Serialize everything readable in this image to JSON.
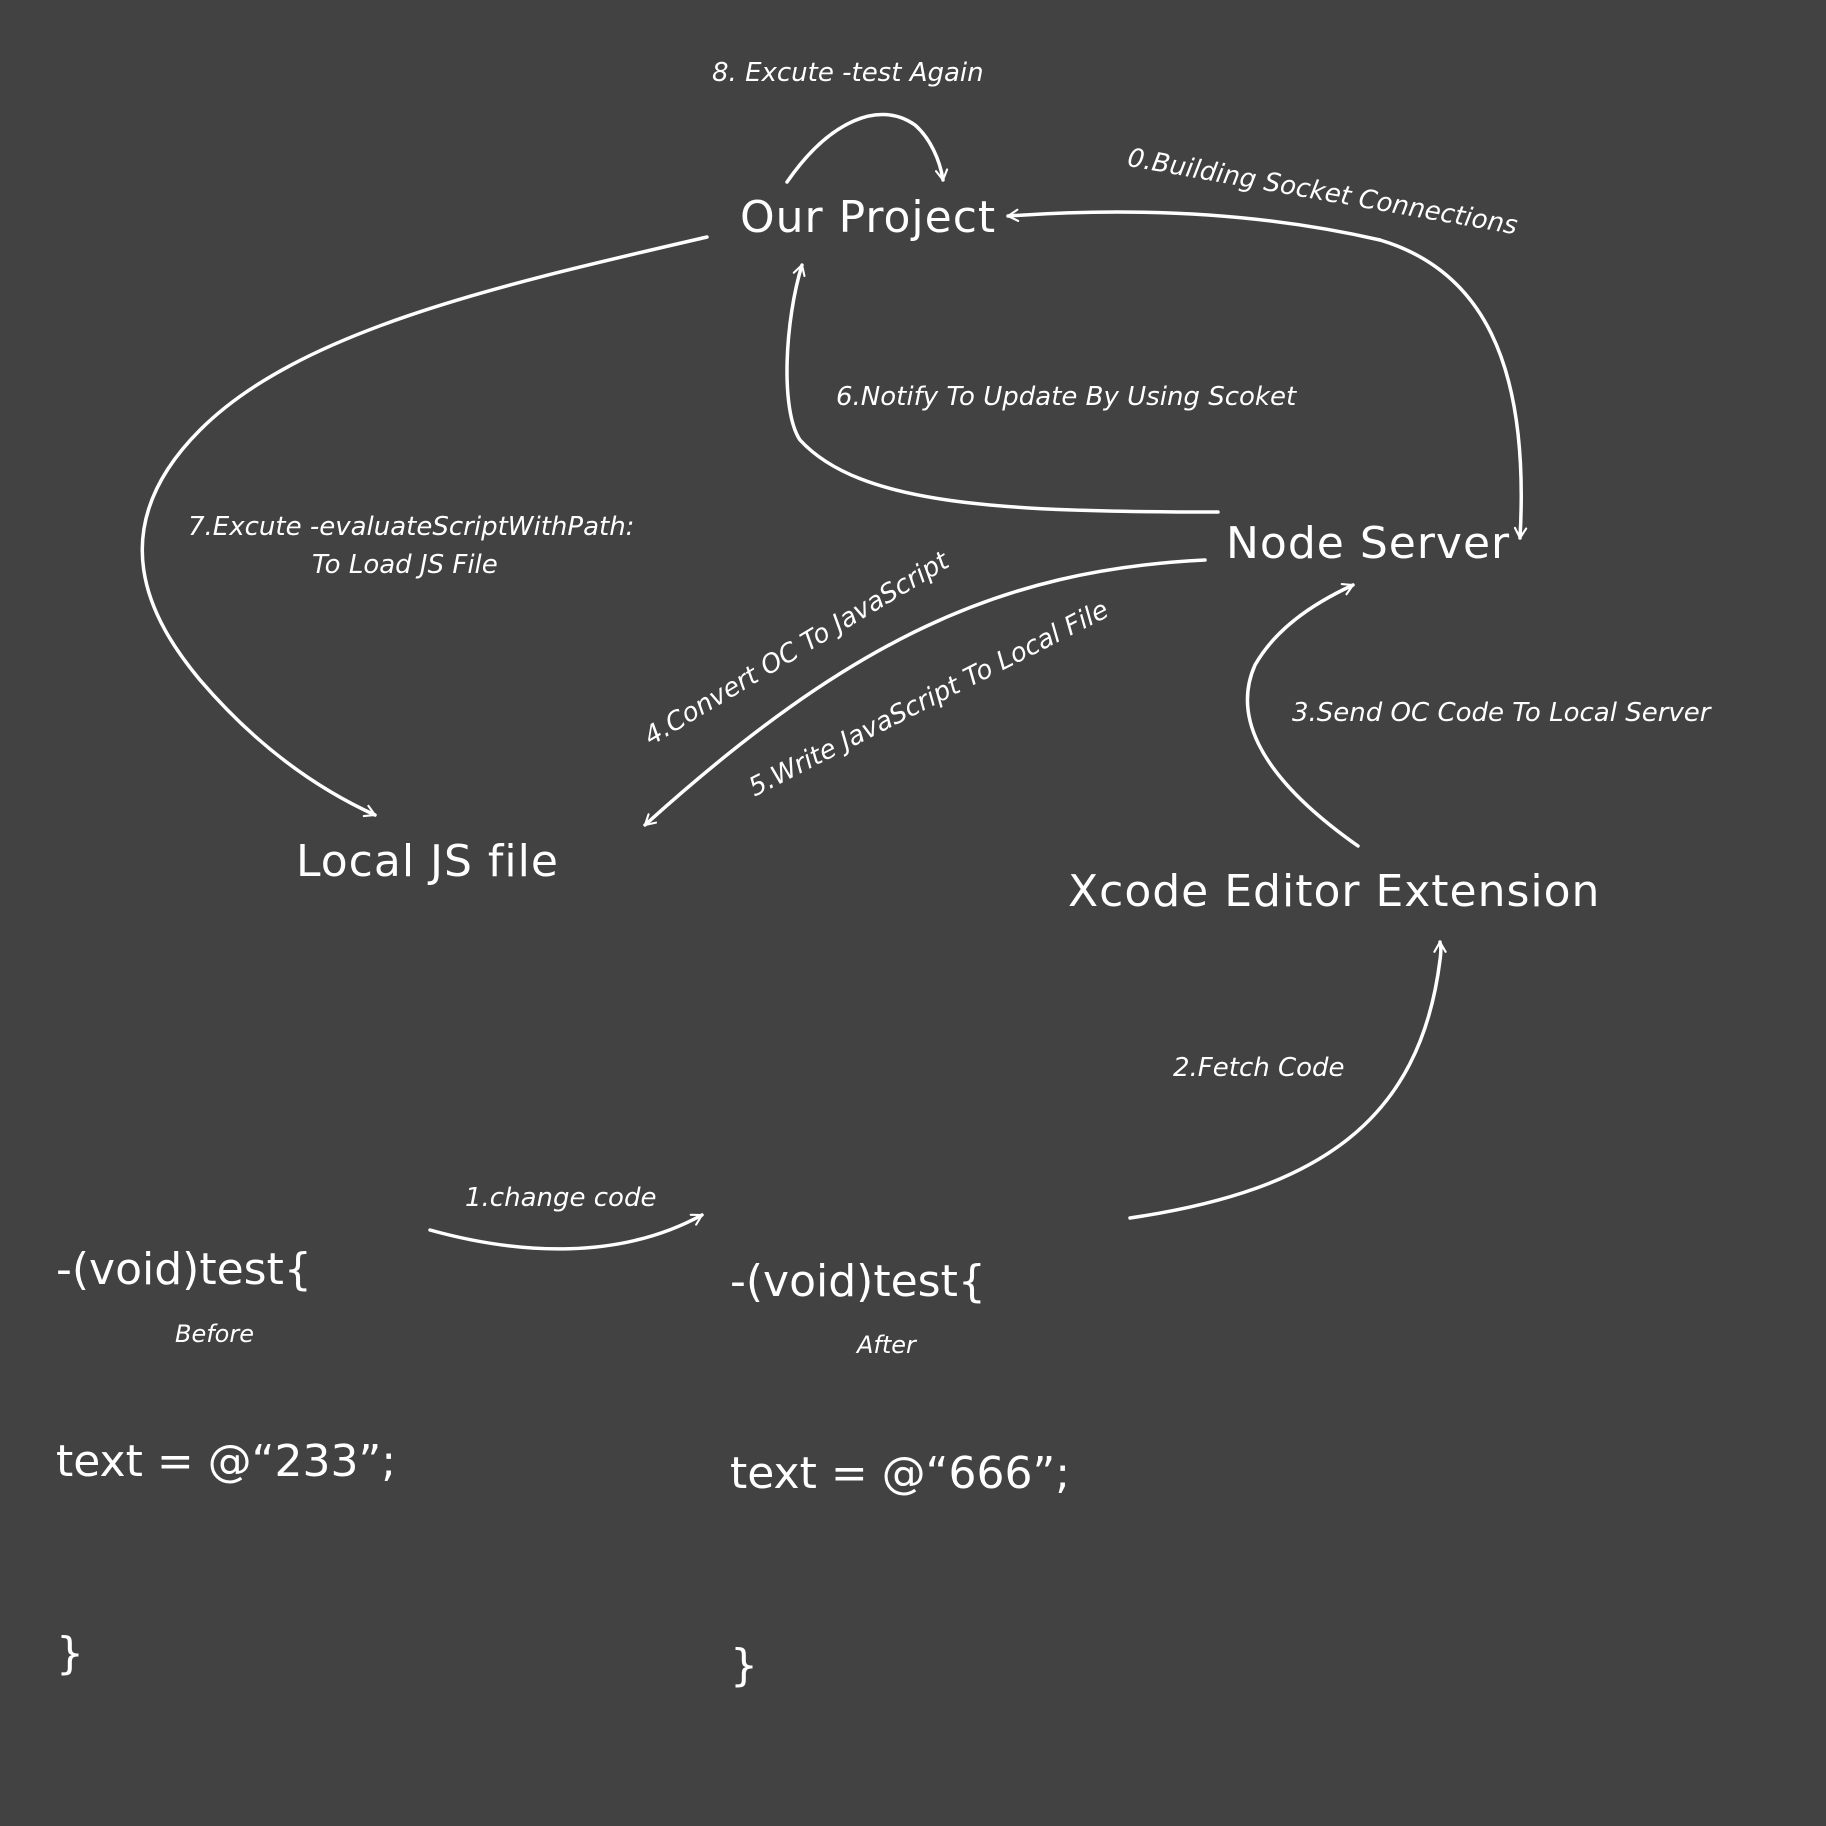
{
  "nodes": {
    "our_project": "Our Project",
    "node_server": "Node Server",
    "local_js_file": "Local JS file",
    "xcode_extension": "Xcode Editor Extension"
  },
  "edges": {
    "step0": "0.Building Socket Connections",
    "step1": "1.change code",
    "step2": "2.Fetch Code",
    "step3": "3.Send OC Code To Local Server",
    "step4": "4.Convert OC To JavaScript",
    "step5": "5.Write JavaScript To Local File",
    "step6": "6.Notify To Update By Using Scoket",
    "step7_line1": "7.Excute -evaluateScriptWithPath:",
    "step7_line2": "To Load JS File",
    "step8": "8. Excute -test Again"
  },
  "code_before": {
    "line1": "-(void)test{",
    "line2": "text = @“233”;",
    "line3": "}",
    "caption": "Before"
  },
  "code_after": {
    "line1": "-(void)test{",
    "line2": "text = @“666”;",
    "line3": "}",
    "caption": "After"
  },
  "colors": {
    "background": "#424242",
    "foreground": "#ffffff"
  }
}
